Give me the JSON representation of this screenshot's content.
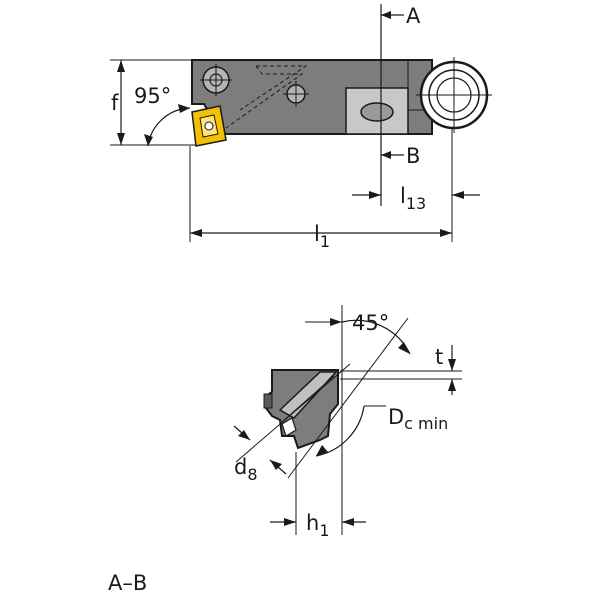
{
  "top_view": {
    "angle_label": "95°",
    "f_label": "f",
    "section_a_label": "A",
    "section_b_label": "B",
    "l13_main": "l",
    "l13_sub": "13",
    "l1_main": "l",
    "l1_sub": "1"
  },
  "section_view": {
    "angle_label": "45°",
    "t_label": "t",
    "dc_main": "D",
    "dc_sub": "c min",
    "d8_main": "d",
    "d8_sub": "8",
    "h1_main": "h",
    "h1_sub": "1"
  },
  "caption": "A–B",
  "colors": {
    "body": "#7d7d7d",
    "highlight": "#c8c8c8",
    "insert": "#f2c200",
    "line": "#1a1a1a"
  }
}
